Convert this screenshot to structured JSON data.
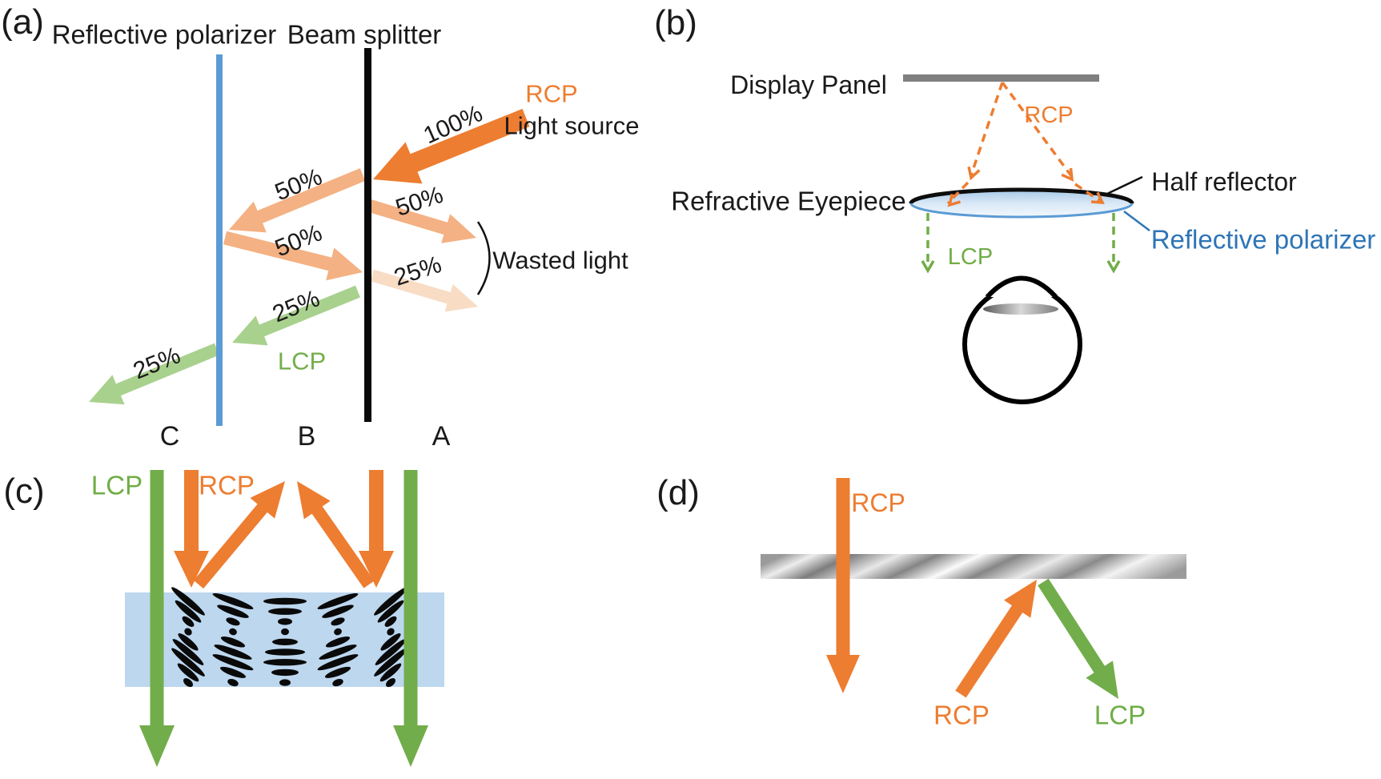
{
  "figure_title": "Polarization-based pancake optics schematic",
  "colors": {
    "orange": "#ED7D31",
    "orange_light": "#F4B183",
    "orange_pale": "#F8DCC4",
    "green_light": "#A9D18E",
    "green_mid": "#72AD4B",
    "green_text": "#70AD47",
    "blue_polarizer_line": "#5B9BD5",
    "blue_text": "#2E75B6",
    "slab_blue": "#BDD7EE",
    "display_panel_gray": "#7F7F7F",
    "black_line": "#0a0a0a"
  },
  "panel_a": {
    "tag": "(a)",
    "reflective_polarizer_label": "Reflective polarizer",
    "beam_splitter_label": "Beam splitter",
    "rcp_label": "RCP",
    "light_source_label": "Light source",
    "wasted_light_label": "Wasted light",
    "lcp_label": "LCP",
    "percents": {
      "p100": "100%",
      "p50_reflect": "50%",
      "p50_wasted": "50%",
      "p50_return": "50%",
      "p25_wasted": "25%",
      "p25_green_in": "25%",
      "p25_green_out": "25%"
    },
    "positions": {
      "c": "C",
      "b": "B",
      "a": "A"
    }
  },
  "panel_b": {
    "tag": "(b)",
    "display_panel_label": "Display Panel",
    "rcp_label": "RCP",
    "refractive_eyepiece_label": "Refractive Eyepiece",
    "half_reflector_label": "Half reflector",
    "reflective_polarizer_label": "Reflective polarizer",
    "lcp_label": "LCP"
  },
  "panel_c": {
    "tag": "(c)",
    "lcp_label": "LCP",
    "rcp_label": "RCP"
  },
  "panel_d": {
    "tag": "(d)",
    "rcp_top_label": "RCP",
    "rcp_bottom_label": "RCP",
    "lcp_label": "LCP"
  }
}
